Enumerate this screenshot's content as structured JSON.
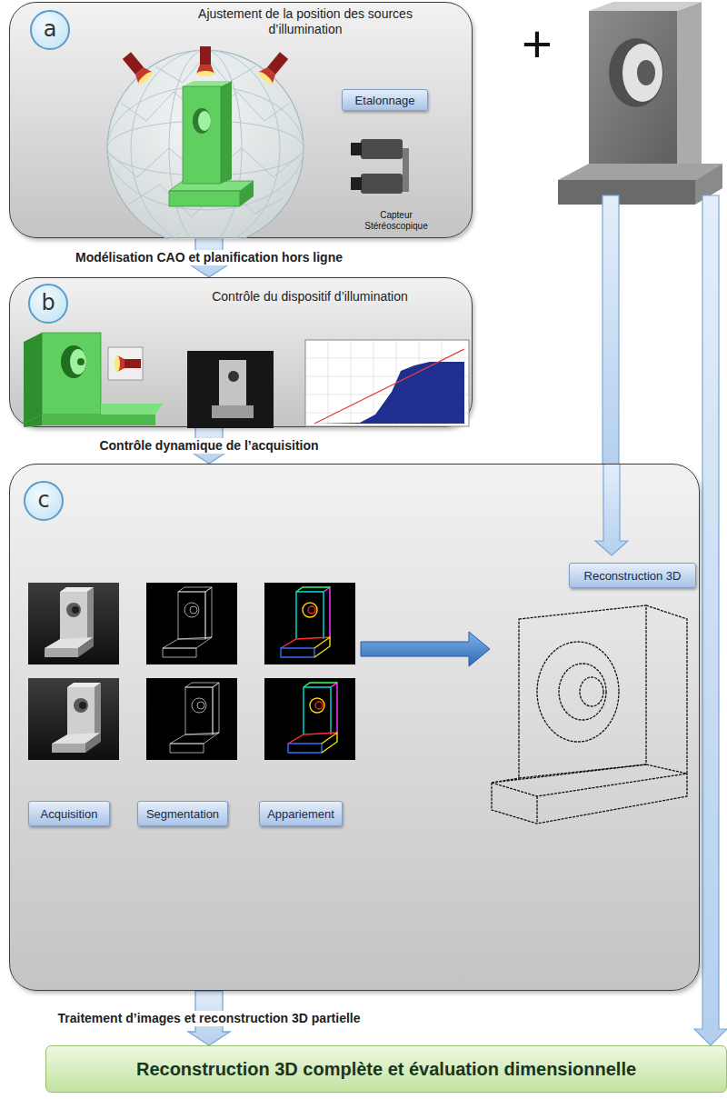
{
  "diagram": {
    "nodes": [
      {
        "text": [
          "Ajustement de la position des sources d’illumination"
        ]
      },
      {
        "text": [
          "a"
        ],
        "in": 0
      },
      {
        "text": [
          "Etalonnage"
        ],
        "in": 0
      },
      {
        "text": [
          "Contrôle du dispositif d’illumination"
        ]
      },
      {
        "text": [
          "b"
        ],
        "in": 3
      },
      {
        "text": []
      },
      {
        "text": [
          "c"
        ],
        "in": 5
      },
      {
        "text": [
          "Reconstruction 3D"
        ],
        "in": 5
      },
      {
        "text": [
          "Acquisition"
        ],
        "in": 5
      },
      {
        "text": [
          "Segmentation"
        ],
        "in": 5
      },
      {
        "text": [
          "Appariement"
        ],
        "in": 5
      },
      {
        "text": [
          "Reconstruction 3D complète et évaluation dimensionnelle"
        ]
      }
    ],
    "edges": [
      {
        "from": 0,
        "to": 3,
        "label": "Modélisation CAO et planification hors ligne",
        "arrow": "to"
      },
      {
        "from": 3,
        "to": 5,
        "label": "Contrôle dynamique de l’acquisition",
        "arrow": "to"
      },
      {
        "from": 5,
        "to": 11,
        "label": "Traitement d’images et reconstruction 3D partielle",
        "arrow": "to"
      }
    ],
    "labels": [
      "Capteur Stéréoscopique",
      "+"
    ]
  }
}
